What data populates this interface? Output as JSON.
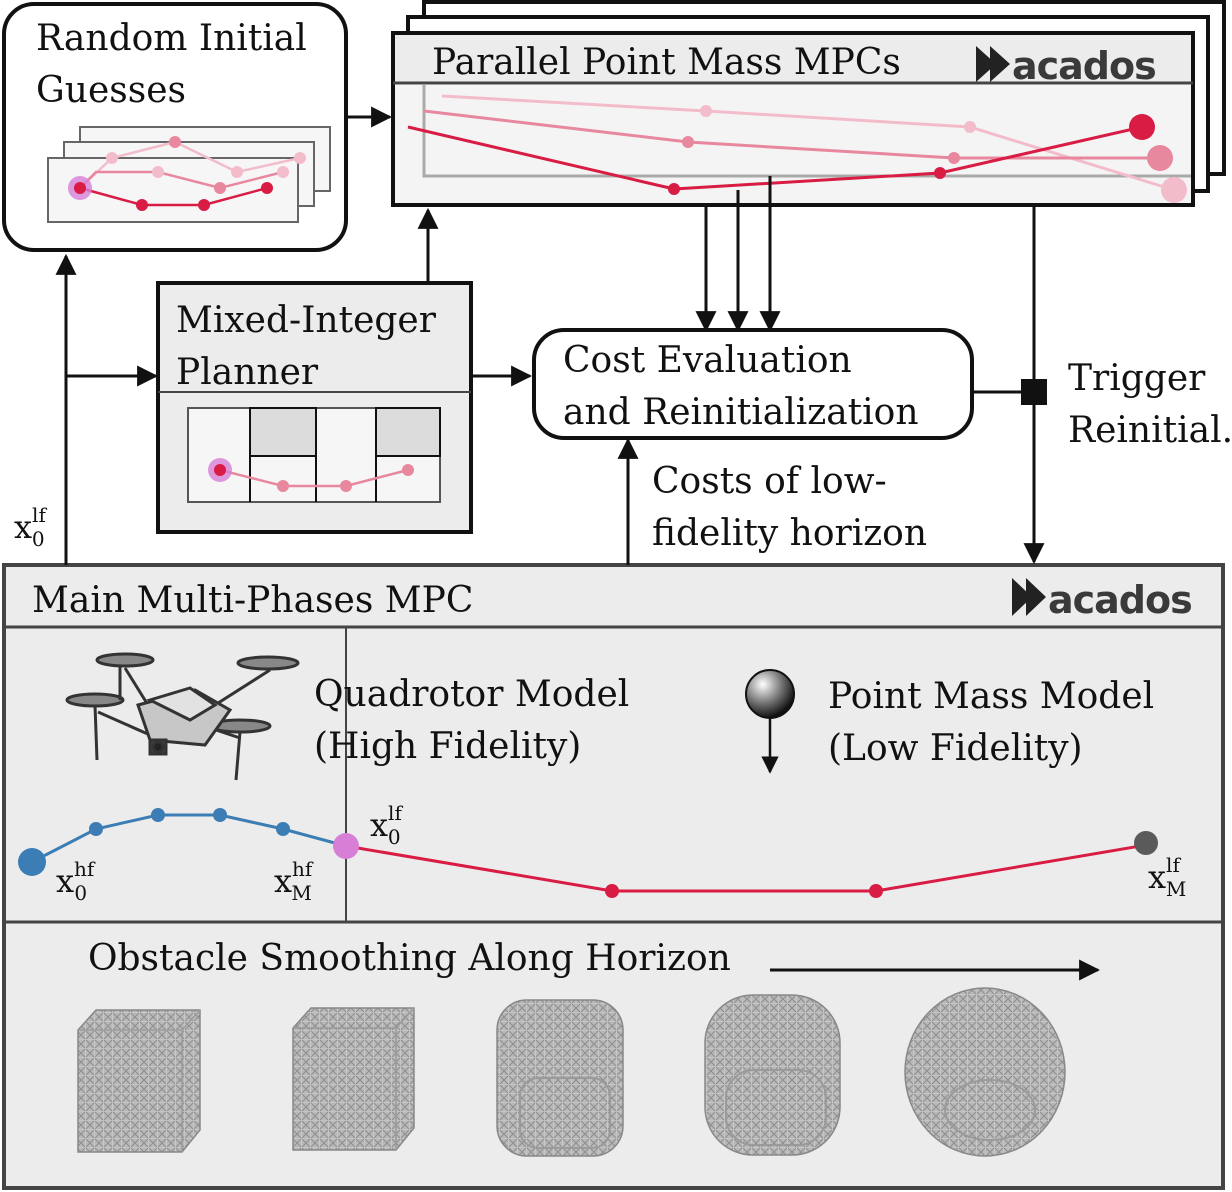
{
  "random_guesses": {
    "line1": "Random Initial",
    "line2": "Guesses"
  },
  "parallel_mpcs": {
    "title": "Parallel Point Mass MPCs",
    "brand": "acados"
  },
  "planner": {
    "line1": "Mixed-Integer",
    "line2": "Planner"
  },
  "cost_eval": {
    "line1": "Cost Evaluation",
    "line2": "and Reinitialization"
  },
  "trigger": {
    "line1": "Trigger",
    "line2": "Reinitial."
  },
  "costs_note": {
    "line1": "Costs of low-",
    "line2": "fidelity horizon"
  },
  "x0lf_left": {
    "base": "x",
    "sub": "0",
    "sup": "lf"
  },
  "main_mpc": {
    "title": "Main Multi-Phases MPC",
    "brand": "acados",
    "quad_model": {
      "line1": "Quadrotor Model",
      "line2": "(High Fidelity)"
    },
    "pm_model": {
      "line1": "Point Mass Model",
      "line2": "(Low Fidelity)"
    },
    "x0hf": {
      "base": "x",
      "sub": "0",
      "sup": "hf"
    },
    "xMhf": {
      "base": "x",
      "sub": "M",
      "sup": "hf"
    },
    "x0lf": {
      "base": "x",
      "sub": "0",
      "sup": "lf"
    },
    "xMlf": {
      "base": "x",
      "sub": "M",
      "sup": "lf"
    },
    "smoothing": "Obstacle Smoothing Along Horizon"
  },
  "colors": {
    "crimson": "#d81c44",
    "pink_mid": "#e8889e",
    "pink_light": "#f3bccb",
    "violet": "#d77fd6",
    "blue": "#3c7db5",
    "box_fill": "#ececec",
    "dark_node": "#5a5a5a"
  },
  "icons": [
    "quadrotor-drone-icon",
    "point-mass-ball-icon",
    "acados-logo",
    "obstacle-cube-icon",
    "obstacle-sphere-icon"
  ]
}
